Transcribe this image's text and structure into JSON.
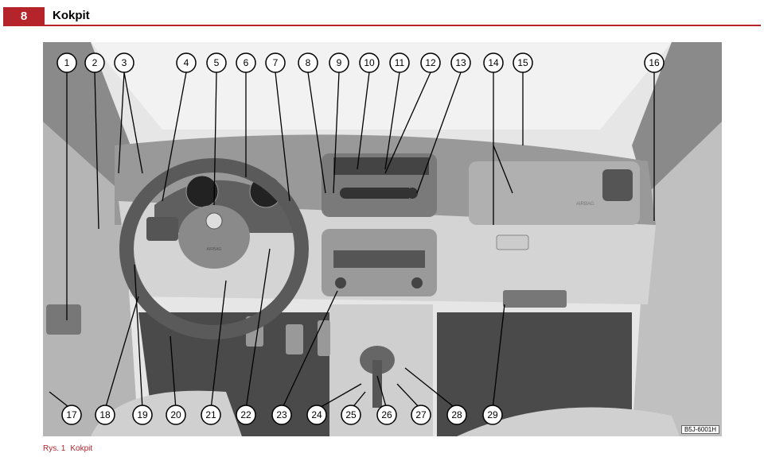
{
  "header": {
    "page_number": "8",
    "title": "Kokpit"
  },
  "figure": {
    "code": "B5J-6001H",
    "callouts": [
      "1",
      "2",
      "3",
      "4",
      "5",
      "6",
      "7",
      "8",
      "9",
      "10",
      "11",
      "12",
      "13",
      "14",
      "15",
      "16",
      "17",
      "18",
      "19",
      "20",
      "21",
      "22",
      "23",
      "24",
      "25",
      "26",
      "27",
      "28",
      "29"
    ],
    "labels": {
      "airbag_steering": "AIRBAG",
      "airbag_dash": "AIRBAG"
    }
  },
  "caption": {
    "label": "Rys. 1",
    "text": "Kokpit"
  }
}
